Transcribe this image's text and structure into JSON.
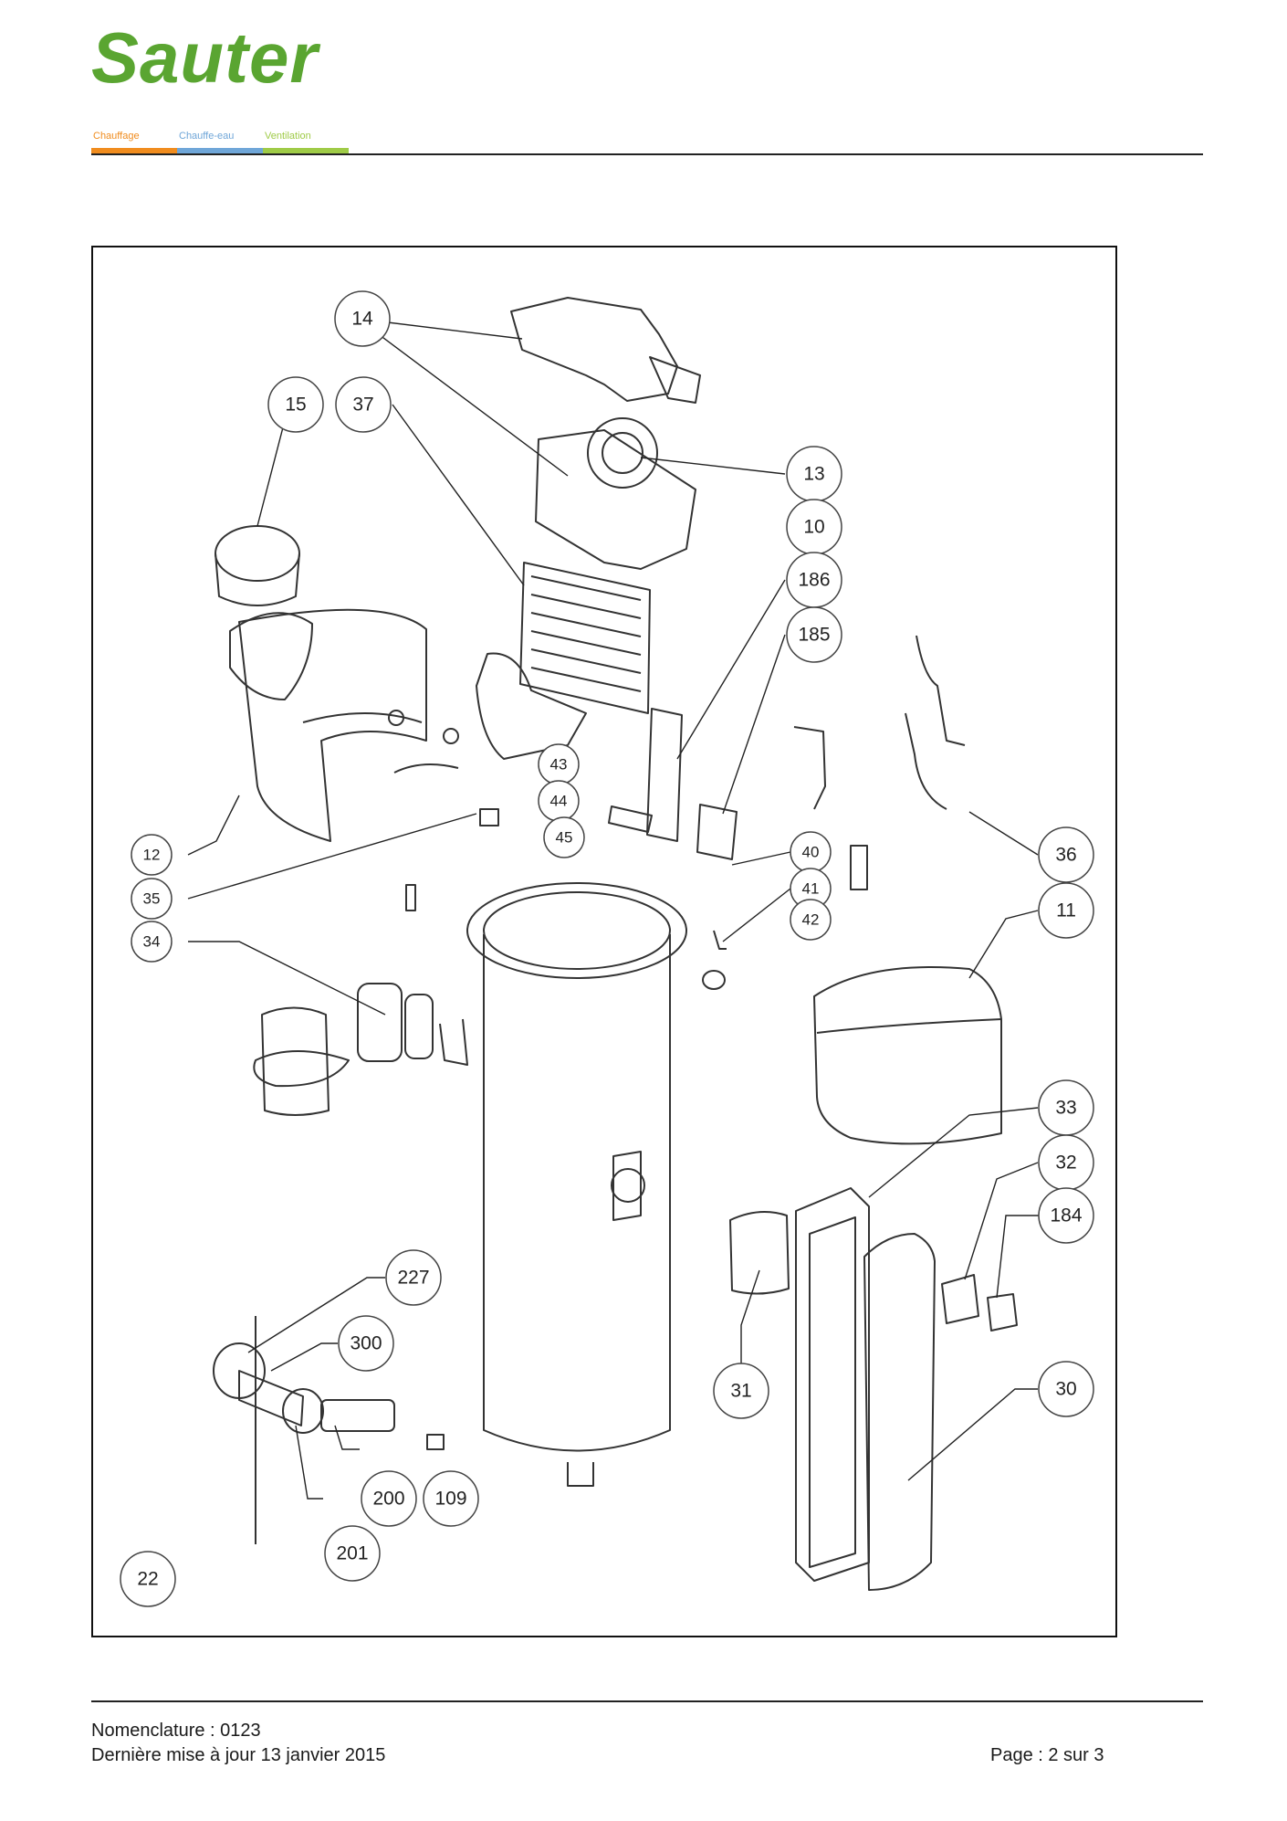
{
  "header": {
    "brand_name": "Sauter",
    "categories": [
      {
        "label": "Chauffage",
        "color": "#f08c1e"
      },
      {
        "label": "Chauffe-eau",
        "color": "#6fa6d8"
      },
      {
        "label": "Ventilation",
        "color": "#9fcb47"
      }
    ],
    "brand_color": "#5aa531"
  },
  "diagram": {
    "callouts": [
      {
        "id": "c14",
        "label": "14"
      },
      {
        "id": "c15",
        "label": "15"
      },
      {
        "id": "c37",
        "label": "37"
      },
      {
        "id": "c13",
        "label": "13"
      },
      {
        "id": "c10",
        "label": "10"
      },
      {
        "id": "c186",
        "label": "186"
      },
      {
        "id": "c185",
        "label": "185"
      },
      {
        "id": "c43",
        "label": "43"
      },
      {
        "id": "c44",
        "label": "44"
      },
      {
        "id": "c45",
        "label": "45"
      },
      {
        "id": "c12",
        "label": "12"
      },
      {
        "id": "c35",
        "label": "35"
      },
      {
        "id": "c34",
        "label": "34"
      },
      {
        "id": "c40",
        "label": "40"
      },
      {
        "id": "c41",
        "label": "41"
      },
      {
        "id": "c42",
        "label": "42"
      },
      {
        "id": "c36",
        "label": "36"
      },
      {
        "id": "c11",
        "label": "11"
      },
      {
        "id": "c33",
        "label": "33"
      },
      {
        "id": "c32",
        "label": "32"
      },
      {
        "id": "c184",
        "label": "184"
      },
      {
        "id": "c227",
        "label": "227"
      },
      {
        "id": "c300",
        "label": "300"
      },
      {
        "id": "c31",
        "label": "31"
      },
      {
        "id": "c30",
        "label": "30"
      },
      {
        "id": "c200",
        "label": "200"
      },
      {
        "id": "c109",
        "label": "109"
      },
      {
        "id": "c201",
        "label": "201"
      },
      {
        "id": "c22",
        "label": "22"
      }
    ]
  },
  "footer": {
    "nomenclature": "Nomenclature : 0123",
    "last_update": "Dernière mise à jour 13 janvier 2015",
    "page": "Page : 2 sur 3"
  }
}
